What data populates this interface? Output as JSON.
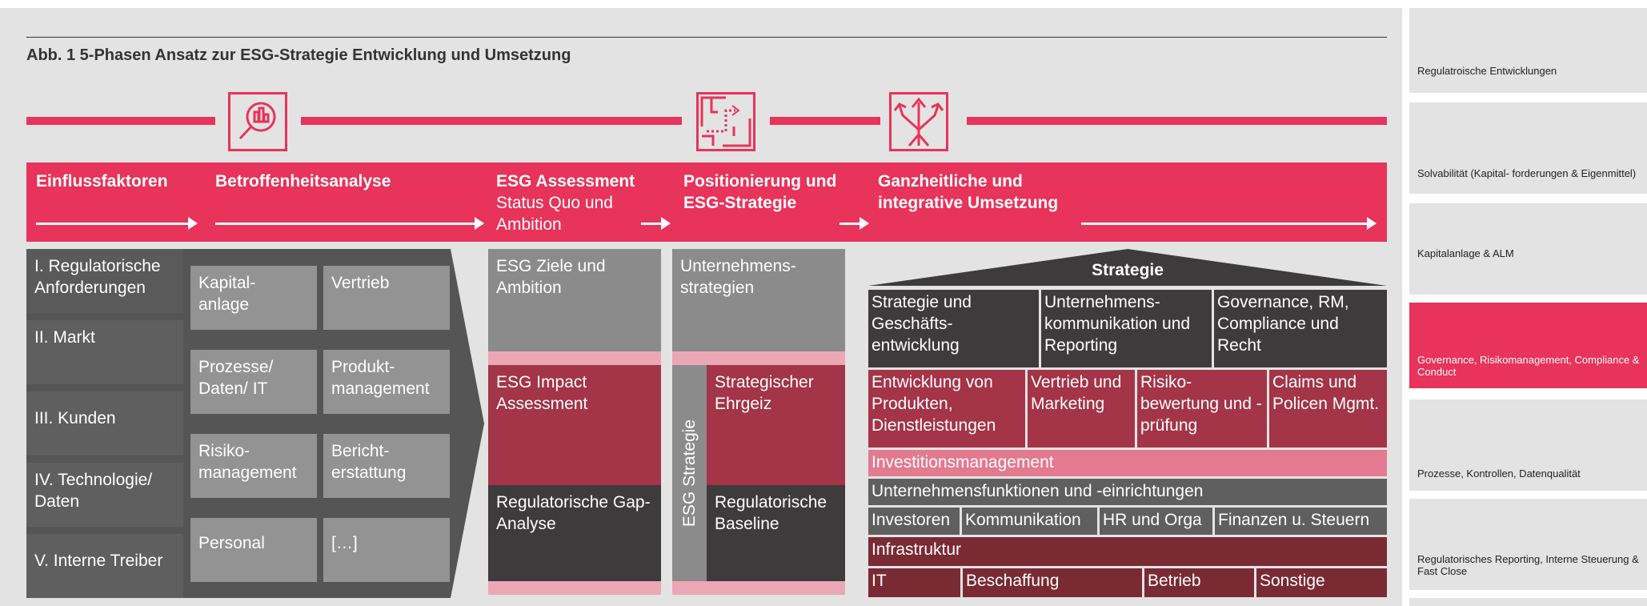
{
  "figure": {
    "title": "Abb. 1  5-Phasen Ansatz zur ESG-Strategie Entwicklung und Umsetzung",
    "icons": [
      "analysis-magnifier-icon",
      "maze-path-icon",
      "branching-arrows-icon"
    ],
    "phases": [
      {
        "bold": "Einflussfaktoren",
        "sub": ""
      },
      {
        "bold": "Betroffenheitsanalyse",
        "sub": ""
      },
      {
        "bold": "ESG Assessment",
        "sub": "Status Quo und Ambition"
      },
      {
        "bold": "Positionierung und ESG-Strategie",
        "sub": ""
      },
      {
        "bold": "Ganzheitliche und integrative Umsetzung",
        "sub": ""
      }
    ],
    "einflussfaktoren": [
      "I.  Regulatorische Anforderungen",
      "II. Markt",
      "III. Kunden",
      "IV. Technologie/ Daten",
      "V. Interne Treiber"
    ],
    "betroffenheit": [
      "Kapital- anlage",
      "Vertrieb",
      "Prozesse/ Daten/ IT",
      "Produkt- management",
      "Risiko- management",
      "Bericht- erstattung",
      "Personal",
      "[…]"
    ],
    "assessment": [
      "ESG Ziele und Ambition",
      "ESG Impact Assessment",
      "Regulatorische Gap-Analyse"
    ],
    "positionierung": {
      "top": "Unternehmens- strategien",
      "vertical": "ESG Strategie",
      "mid": "Strategischer Ehrgeiz",
      "bottom": "Regulatorische Baseline"
    },
    "umsetzung": {
      "roof": "Strategie",
      "row1": [
        "Strategie und Geschäfts- entwicklung",
        "Unternehmens- kommunikation und Reporting",
        "Governance, RM, Compliance und Recht"
      ],
      "row2": [
        "Entwicklung von Produkten, Dienstleistungen",
        "Vertrieb und Marketing",
        "Risiko- bewertung und -prüfung",
        "Claims und Policen Mgmt."
      ],
      "investition": "Investitionsmanagement",
      "funktionen": "Unternehmensfunktionen und -einrichtungen",
      "row3": [
        "Investoren",
        "Kommunikation",
        "HR und Orga",
        "Finanzen u. Steuern"
      ],
      "infrastruktur": "Infrastruktur",
      "row4": [
        "IT",
        "Beschaffung",
        "Betrieb",
        "Sonstige"
      ]
    },
    "colors": {
      "accent": "#e8335a",
      "dark": "#3d3b3b",
      "wine": "#7a2a33",
      "red": "#a43447"
    }
  },
  "sidebar": {
    "items": [
      {
        "label": "Regulatroische Entwicklungen",
        "active": false
      },
      {
        "label": "Solvabilität (Kapital- forderungen & Eigenmittel)",
        "active": false
      },
      {
        "label": "Kapitalanlage & ALM",
        "active": false
      },
      {
        "label": "Governance, Risikomanagement, Compliance & Conduct",
        "active": true
      },
      {
        "label": "Prozesse, Kontrollen, Datenqualität",
        "active": false
      },
      {
        "label": "Regulatorisches Reporting, Interne Steuerung & Fast Close",
        "active": false
      }
    ]
  }
}
